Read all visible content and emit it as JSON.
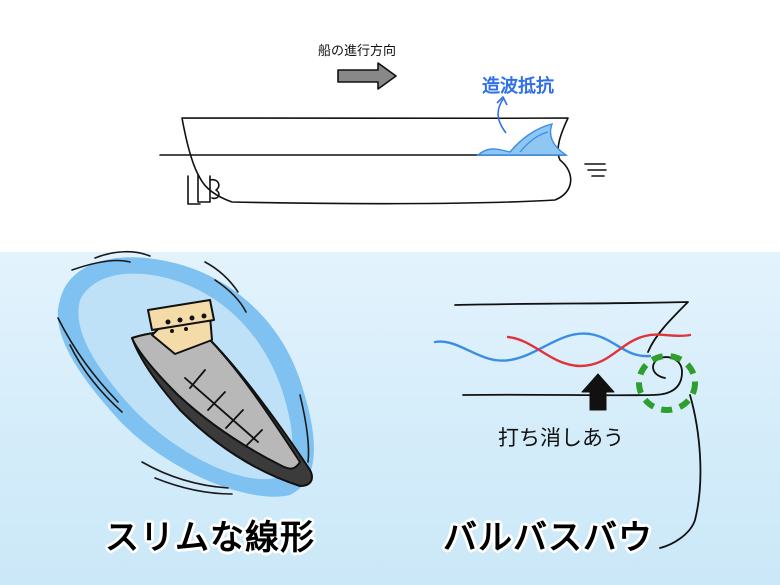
{
  "top_diagram": {
    "direction_label": "船の進行方向",
    "wave_resistance_label": "造波抵抗"
  },
  "slim_hull": {
    "caption": "スリムな線形"
  },
  "bulbous_bow": {
    "cancel_label": "打ち消しあう",
    "caption": "バルバスバウ"
  },
  "colors": {
    "wave_blue": "#3a8de6",
    "label_blue": "#2f6fe8",
    "red_wave": "#e0333a",
    "green_bulb": "#2e9e2e",
    "background_bottom": "#d6edfa"
  }
}
